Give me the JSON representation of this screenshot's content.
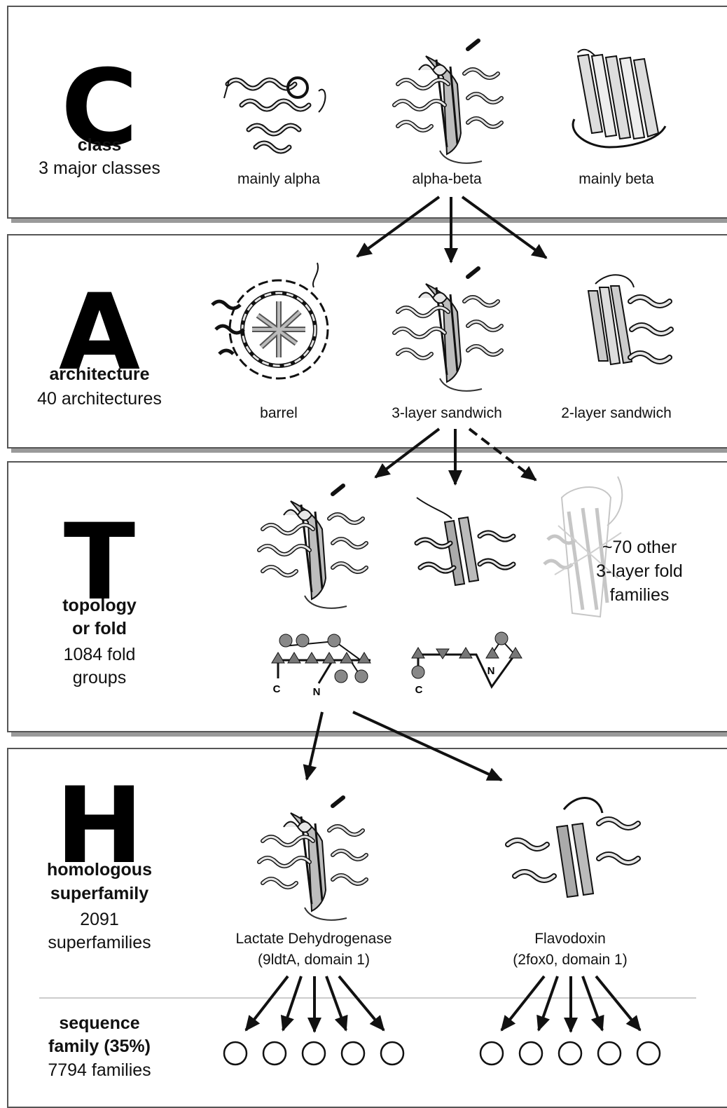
{
  "levels": {
    "c": {
      "letter": "C",
      "title": "class",
      "count": "3 major classes"
    },
    "a": {
      "letter": "A",
      "title": "architecture",
      "count": "40 architectures"
    },
    "t": {
      "letter": "T",
      "title_1": "topology",
      "title_2": "or fold",
      "count_1": "1084 fold",
      "count_2": "groups"
    },
    "h": {
      "letter": "H",
      "title_1": "homologous",
      "title_2": "superfamily",
      "count_1": "2091",
      "count_2": "superfamilies"
    },
    "s": {
      "title_1": "sequence",
      "title_2": "family (35%)",
      "count": "7794 families"
    }
  },
  "captions": {
    "mainly_alpha": "mainly alpha",
    "alpha_beta": "alpha-beta",
    "mainly_beta": "mainly beta",
    "barrel": "barrel",
    "three_layer": "3-layer sandwich",
    "two_layer": "2-layer sandwich",
    "ldh_1": "Lactate Dehydrogenase",
    "ldh_2": "(9ldtA, domain 1)",
    "flavo_1": "Flavodoxin",
    "flavo_2": "(2fox0, domain 1)"
  },
  "other_folds": {
    "line1": "~70 other",
    "line2": "3-layer fold",
    "line3": "families"
  },
  "topology_labels": {
    "c1": "C",
    "n1": "N",
    "c2": "C",
    "n2": "N"
  },
  "colors": {
    "arrow": "#111111",
    "panel_border": "#555555",
    "ribbon_fill": "#d8d8d8",
    "faded": "#c4c4c4"
  }
}
